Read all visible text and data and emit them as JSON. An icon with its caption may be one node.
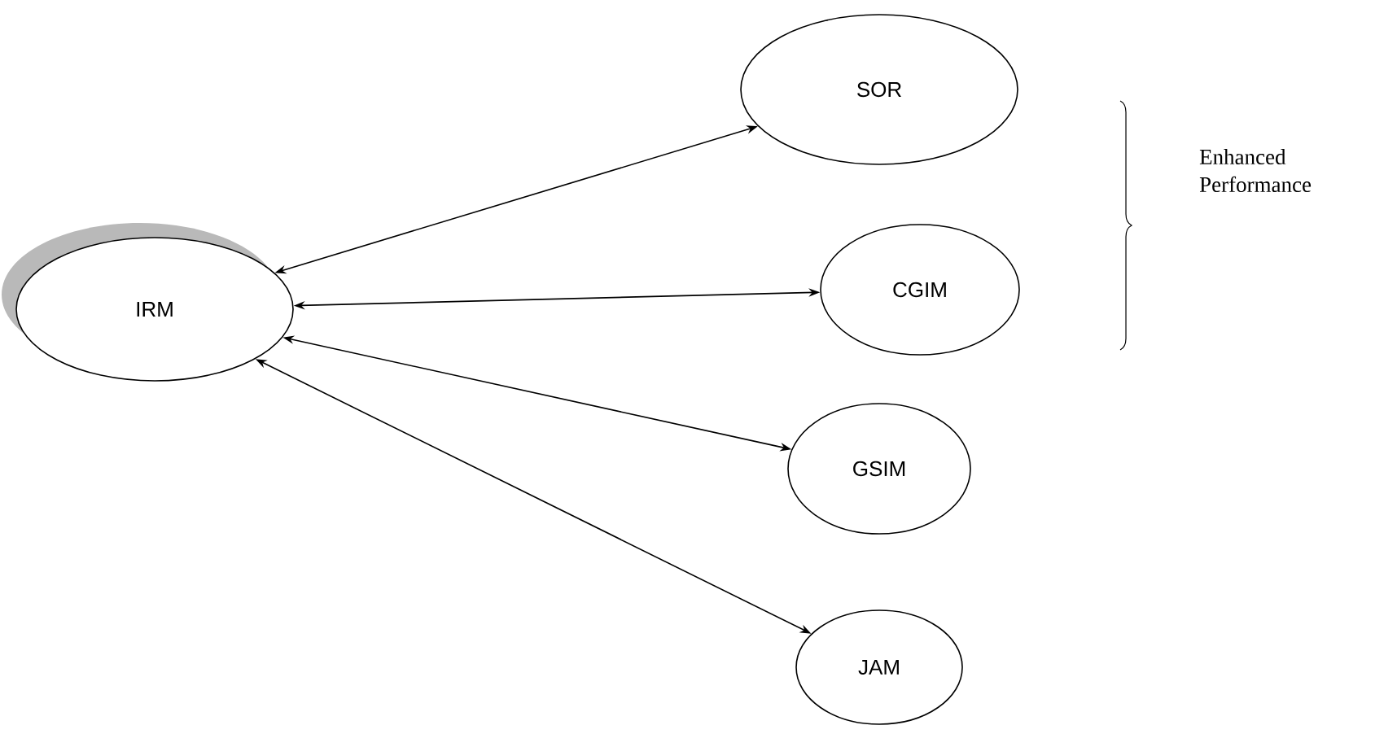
{
  "diagram": {
    "nodes": [
      {
        "text": [
          "IRM"
        ]
      },
      {
        "text": [
          "SOR"
        ]
      },
      {
        "text": [
          "CGIM"
        ]
      },
      {
        "text": [
          "GSIM"
        ]
      },
      {
        "text": [
          "JAM"
        ]
      }
    ],
    "edges": [
      {
        "from": 0,
        "to": 1,
        "arrow": "both"
      },
      {
        "from": 0,
        "to": 2,
        "arrow": "both"
      },
      {
        "from": 0,
        "to": 3,
        "arrow": "both"
      },
      {
        "from": 0,
        "to": 4,
        "arrow": "both"
      }
    ],
    "labels": [
      "Enhanced Performance"
    ]
  }
}
